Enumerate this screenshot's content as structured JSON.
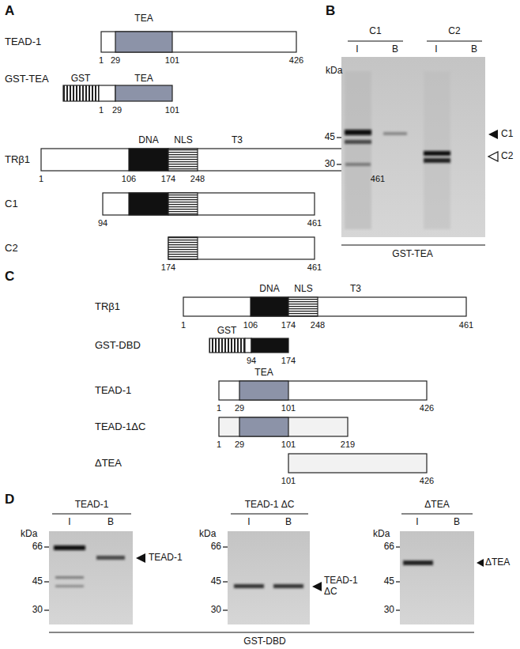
{
  "diagram": {
    "labels": [
      "A",
      "TEA",
      "TEAD-1",
      "1",
      "29",
      "101",
      "426",
      "GST-TEA",
      "GST",
      "TEA",
      "1",
      "29",
      "101",
      "DNA",
      "NLS",
      "T3",
      "TRβ1",
      "1",
      "106",
      "174",
      "248",
      "461",
      "C1",
      "94",
      "461",
      "C2",
      "174",
      "461",
      "B",
      "C1",
      "C2",
      "I",
      "B",
      "I",
      "B",
      "kDa",
      "45",
      "30",
      "C1",
      "C2",
      "GST-TEA",
      "C",
      "DNA",
      "NLS",
      "T3",
      "TRβ1",
      "1",
      "106",
      "174",
      "248",
      "461",
      "GST",
      "GST-DBD",
      "94",
      "174",
      "TEA",
      "TEAD-1",
      "1",
      "29",
      "101",
      "426",
      "TEAD-1ΔC",
      "1",
      "29",
      "101",
      "219",
      "ΔTEA",
      "101",
      "426",
      "D",
      "TEAD-1",
      "I",
      "B",
      "kDa",
      "66",
      "45",
      "30",
      "TEAD-1",
      "TEAD-1 ΔC",
      "I",
      "B",
      "kDa",
      "66",
      "45",
      "30",
      "TEAD-1 ΔC",
      "ΔTEA",
      "I",
      "B",
      "kDa",
      "66",
      "45",
      "30",
      "ΔTEA",
      "GST-DBD"
    ]
  }
}
